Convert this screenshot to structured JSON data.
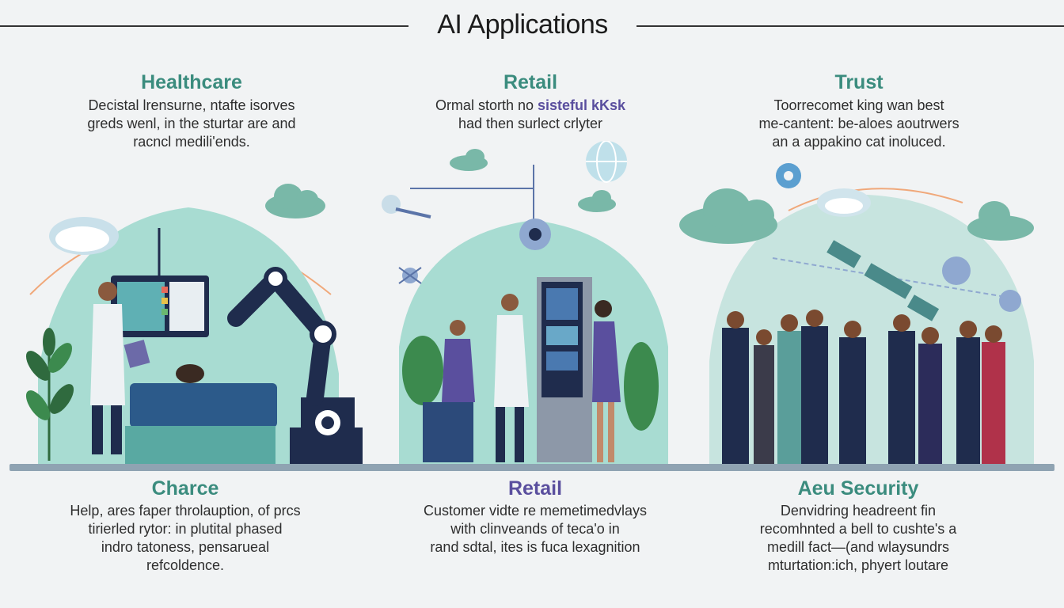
{
  "title": "AI Applications",
  "sections": {
    "top_left": {
      "heading": "Healthcare",
      "lines": [
        "Decistal lrensurne, ntafte isorves",
        "greds wenl, in the sturtar are and",
        "racncl medili'ends."
      ]
    },
    "top_center": {
      "heading": "Retail",
      "line1_pre": "Ormal storth no ",
      "line1_highlight": "sisteful kKsk",
      "line2": "had then surlect crlyter"
    },
    "top_right": {
      "heading": "Trust",
      "lines": [
        "Toorrecomet king wan best",
        "me-cantent: be-aloes aoutrwers",
        "an a appakino cat inoluced."
      ]
    },
    "bottom_left": {
      "heading": "Charce",
      "lines": [
        "Help, ares faper throlauption, of prcs",
        "tirierled rytor: in plutital phased",
        "indro tatoness, pensarueal",
        "refcoldence."
      ]
    },
    "bottom_center": {
      "heading": "Retail",
      "lines": [
        "Customer vidte re memetimedvlays",
        "with clinveands of teca'o in",
        "rand sdtal, ites is fuca lexagnition"
      ]
    },
    "bottom_right": {
      "heading": "Aeu Security",
      "lines": [
        "Denvidring headreent fin",
        "recomhnted a bell to cushte's a",
        "medill fact—(and wlaysundrs",
        "mturtation:ich, phyert loutare"
      ]
    }
  },
  "colors": {
    "teal_heading": "#3b8c7e",
    "purple_heading": "#5a4f9e",
    "navy": "#1f2c4d",
    "dome_teal": "#a8dcd2",
    "cloud": "#79b8a8"
  },
  "icons": [
    "lamp-icon",
    "monitor-icon",
    "robot-arm-icon",
    "plant-icon",
    "cloud-icon",
    "drone-icon",
    "kiosk-icon",
    "satellite-icon",
    "globe-icon",
    "camera-icon"
  ]
}
